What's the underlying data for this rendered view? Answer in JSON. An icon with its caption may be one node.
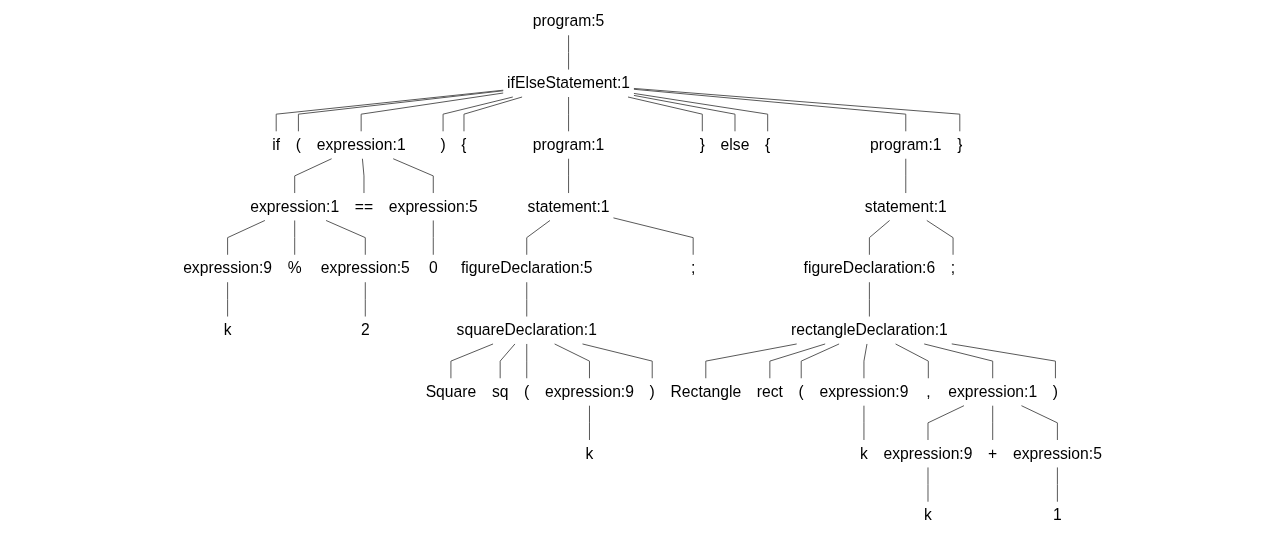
{
  "diagram": {
    "nodes": [
      {
        "text": [
          "program:5"
        ]
      },
      {
        "text": [
          "ifElseStatement:1"
        ]
      },
      {
        "text": [
          "if"
        ]
      },
      {
        "text": [
          "("
        ]
      },
      {
        "text": [
          "expression:1"
        ]
      },
      {
        "text": [
          ")"
        ]
      },
      {
        "text": [
          "{"
        ]
      },
      {
        "text": [
          "program:1"
        ]
      },
      {
        "text": [
          "}"
        ]
      },
      {
        "text": [
          "else"
        ]
      },
      {
        "text": [
          "{"
        ]
      },
      {
        "text": [
          "program:1"
        ]
      },
      {
        "text": [
          "}"
        ]
      },
      {
        "text": [
          "expression:1"
        ]
      },
      {
        "text": [
          "=="
        ]
      },
      {
        "text": [
          "expression:5"
        ]
      },
      {
        "text": [
          "statement:1"
        ]
      },
      {
        "text": [
          "statement:1"
        ]
      },
      {
        "text": [
          "expression:9"
        ]
      },
      {
        "text": [
          "%"
        ]
      },
      {
        "text": [
          "expression:5"
        ]
      },
      {
        "text": [
          "0"
        ]
      },
      {
        "text": [
          "figureDeclaration:5"
        ]
      },
      {
        "text": [
          ";"
        ]
      },
      {
        "text": [
          "figureDeclaration:6"
        ]
      },
      {
        "text": [
          ";"
        ]
      },
      {
        "text": [
          "k"
        ]
      },
      {
        "text": [
          "2"
        ]
      },
      {
        "text": [
          "squareDeclaration:1"
        ]
      },
      {
        "text": [
          "rectangleDeclaration:1"
        ]
      },
      {
        "text": [
          "Square"
        ]
      },
      {
        "text": [
          "sq"
        ]
      },
      {
        "text": [
          "("
        ]
      },
      {
        "text": [
          "expression:9"
        ]
      },
      {
        "text": [
          ")"
        ]
      },
      {
        "text": [
          "Rectangle"
        ]
      },
      {
        "text": [
          "rect"
        ]
      },
      {
        "text": [
          "("
        ]
      },
      {
        "text": [
          "expression:9"
        ]
      },
      {
        "text": [
          ","
        ]
      },
      {
        "text": [
          "expression:1"
        ]
      },
      {
        "text": [
          ")"
        ]
      },
      {
        "text": [
          "k"
        ]
      },
      {
        "text": [
          "k"
        ]
      },
      {
        "text": [
          "expression:9"
        ]
      },
      {
        "text": [
          "+"
        ]
      },
      {
        "text": [
          "expression:5"
        ]
      },
      {
        "text": [
          "k"
        ]
      },
      {
        "text": [
          "1"
        ]
      }
    ],
    "edges": [
      {
        "from": 0,
        "to": 1,
        "arrow": "none"
      },
      {
        "from": 1,
        "to": 2,
        "arrow": "none"
      },
      {
        "from": 1,
        "to": 3,
        "arrow": "none"
      },
      {
        "from": 1,
        "to": 4,
        "arrow": "none"
      },
      {
        "from": 1,
        "to": 5,
        "arrow": "none"
      },
      {
        "from": 1,
        "to": 6,
        "arrow": "none"
      },
      {
        "from": 1,
        "to": 7,
        "arrow": "none"
      },
      {
        "from": 1,
        "to": 8,
        "arrow": "none"
      },
      {
        "from": 1,
        "to": 9,
        "arrow": "none"
      },
      {
        "from": 1,
        "to": 10,
        "arrow": "none"
      },
      {
        "from": 1,
        "to": 11,
        "arrow": "none"
      },
      {
        "from": 1,
        "to": 12,
        "arrow": "none"
      },
      {
        "from": 4,
        "to": 13,
        "arrow": "none"
      },
      {
        "from": 4,
        "to": 14,
        "arrow": "none"
      },
      {
        "from": 4,
        "to": 15,
        "arrow": "none"
      },
      {
        "from": 7,
        "to": 16,
        "arrow": "none"
      },
      {
        "from": 11,
        "to": 17,
        "arrow": "none"
      },
      {
        "from": 13,
        "to": 18,
        "arrow": "none"
      },
      {
        "from": 13,
        "to": 19,
        "arrow": "none"
      },
      {
        "from": 13,
        "to": 20,
        "arrow": "none"
      },
      {
        "from": 15,
        "to": 21,
        "arrow": "none"
      },
      {
        "from": 16,
        "to": 22,
        "arrow": "none"
      },
      {
        "from": 16,
        "to": 23,
        "arrow": "none"
      },
      {
        "from": 17,
        "to": 24,
        "arrow": "none"
      },
      {
        "from": 17,
        "to": 25,
        "arrow": "none"
      },
      {
        "from": 18,
        "to": 26,
        "arrow": "none"
      },
      {
        "from": 20,
        "to": 27,
        "arrow": "none"
      },
      {
        "from": 22,
        "to": 28,
        "arrow": "none"
      },
      {
        "from": 24,
        "to": 29,
        "arrow": "none"
      },
      {
        "from": 28,
        "to": 30,
        "arrow": "none"
      },
      {
        "from": 28,
        "to": 31,
        "arrow": "none"
      },
      {
        "from": 28,
        "to": 32,
        "arrow": "none"
      },
      {
        "from": 28,
        "to": 33,
        "arrow": "none"
      },
      {
        "from": 28,
        "to": 34,
        "arrow": "none"
      },
      {
        "from": 29,
        "to": 35,
        "arrow": "none"
      },
      {
        "from": 29,
        "to": 36,
        "arrow": "none"
      },
      {
        "from": 29,
        "to": 37,
        "arrow": "none"
      },
      {
        "from": 29,
        "to": 38,
        "arrow": "none"
      },
      {
        "from": 29,
        "to": 39,
        "arrow": "none"
      },
      {
        "from": 29,
        "to": 40,
        "arrow": "none"
      },
      {
        "from": 29,
        "to": 41,
        "arrow": "none"
      },
      {
        "from": 33,
        "to": 42,
        "arrow": "none"
      },
      {
        "from": 38,
        "to": 43,
        "arrow": "none"
      },
      {
        "from": 40,
        "to": 44,
        "arrow": "none"
      },
      {
        "from": 40,
        "to": 45,
        "arrow": "none"
      },
      {
        "from": 40,
        "to": 46,
        "arrow": "none"
      },
      {
        "from": 44,
        "to": 47,
        "arrow": "none"
      },
      {
        "from": 46,
        "to": 48,
        "arrow": "none"
      }
    ]
  }
}
